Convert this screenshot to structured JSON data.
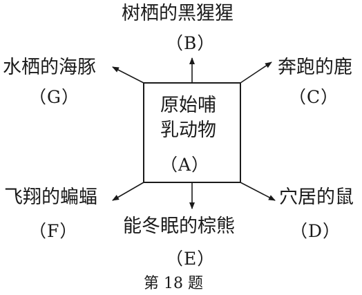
{
  "center": {
    "line1": "原始哺",
    "line2": "乳动物",
    "code": "（A）"
  },
  "branches": {
    "top": {
      "label": "树栖的黑猩猩",
      "code": "（B）"
    },
    "top_right": {
      "label": "奔跑的鹿",
      "code": "（C）"
    },
    "bottom_right": {
      "label": "穴居的鼠",
      "code": "（D）"
    },
    "bottom": {
      "label": "能冬眠的棕熊",
      "code": "（E）"
    },
    "bottom_left": {
      "label": "飞翔的蝙蝠",
      "code": "（F）"
    },
    "top_left": {
      "label": "水栖的海豚",
      "code": "（G）"
    }
  },
  "caption": "第 18 题",
  "colors": {
    "ink": "#1a1a1a",
    "background": "#ffffff"
  }
}
